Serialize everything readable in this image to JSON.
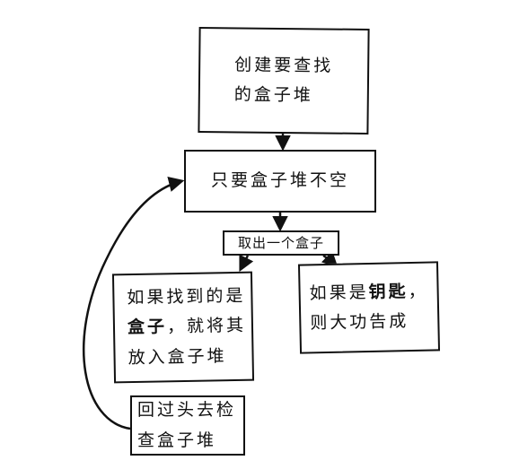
{
  "nodes": [
    {
      "id": "create-heap",
      "label": "创建要查找\n的盒子堆"
    },
    {
      "id": "while-not-empty",
      "label": "只要盒子堆不空"
    },
    {
      "id": "take-box",
      "label": "取出一个盒子"
    },
    {
      "id": "if-box",
      "label_prefix": "如果找到的是\n",
      "label_emph": "盒子",
      "label_suffix": "，就将其\n放入盒子堆"
    },
    {
      "id": "if-key",
      "label_prefix": "如果是",
      "label_emph": "钥匙",
      "label_suffix": "，\n则大功告成"
    },
    {
      "id": "go-back",
      "label": "回过头去检\n查盒子堆"
    }
  ],
  "edges": [
    {
      "from": "create-heap",
      "to": "while-not-empty"
    },
    {
      "from": "while-not-empty",
      "to": "take-box"
    },
    {
      "from": "take-box",
      "to": "if-box"
    },
    {
      "from": "take-box",
      "to": "if-key"
    },
    {
      "from": "go-back",
      "to": "while-not-empty"
    }
  ]
}
